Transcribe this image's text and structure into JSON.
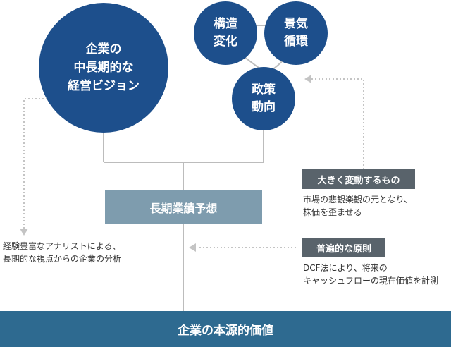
{
  "colors": {
    "circle": "#1d4f8c",
    "connector": "#bcbcbc",
    "forecast_bar": "#7e9cae",
    "value_bar": "#2e6a90",
    "label_box": "#59636b",
    "arrow": "#c4c4c4"
  },
  "circles": {
    "vision": "企業の\n中長期的な\n経営ビジョン",
    "structure": "構造\n変化",
    "economy": "景気\n循環",
    "policy": "政策\n動向"
  },
  "forecast_label": "長期業績予想",
  "value_label": "企業の本源的価値",
  "left_note": "経験豊富なアナリストによる、\n長期的な視点からの企業の分析",
  "big_change": {
    "title": "大きく変動するもの",
    "desc": "市場の悲観楽観の元となり、\n株価を歪ませる"
  },
  "universal": {
    "title": "普遍的な原則",
    "desc": "DCF法により、将来の\nキャッシュフローの現在価値を計測"
  }
}
